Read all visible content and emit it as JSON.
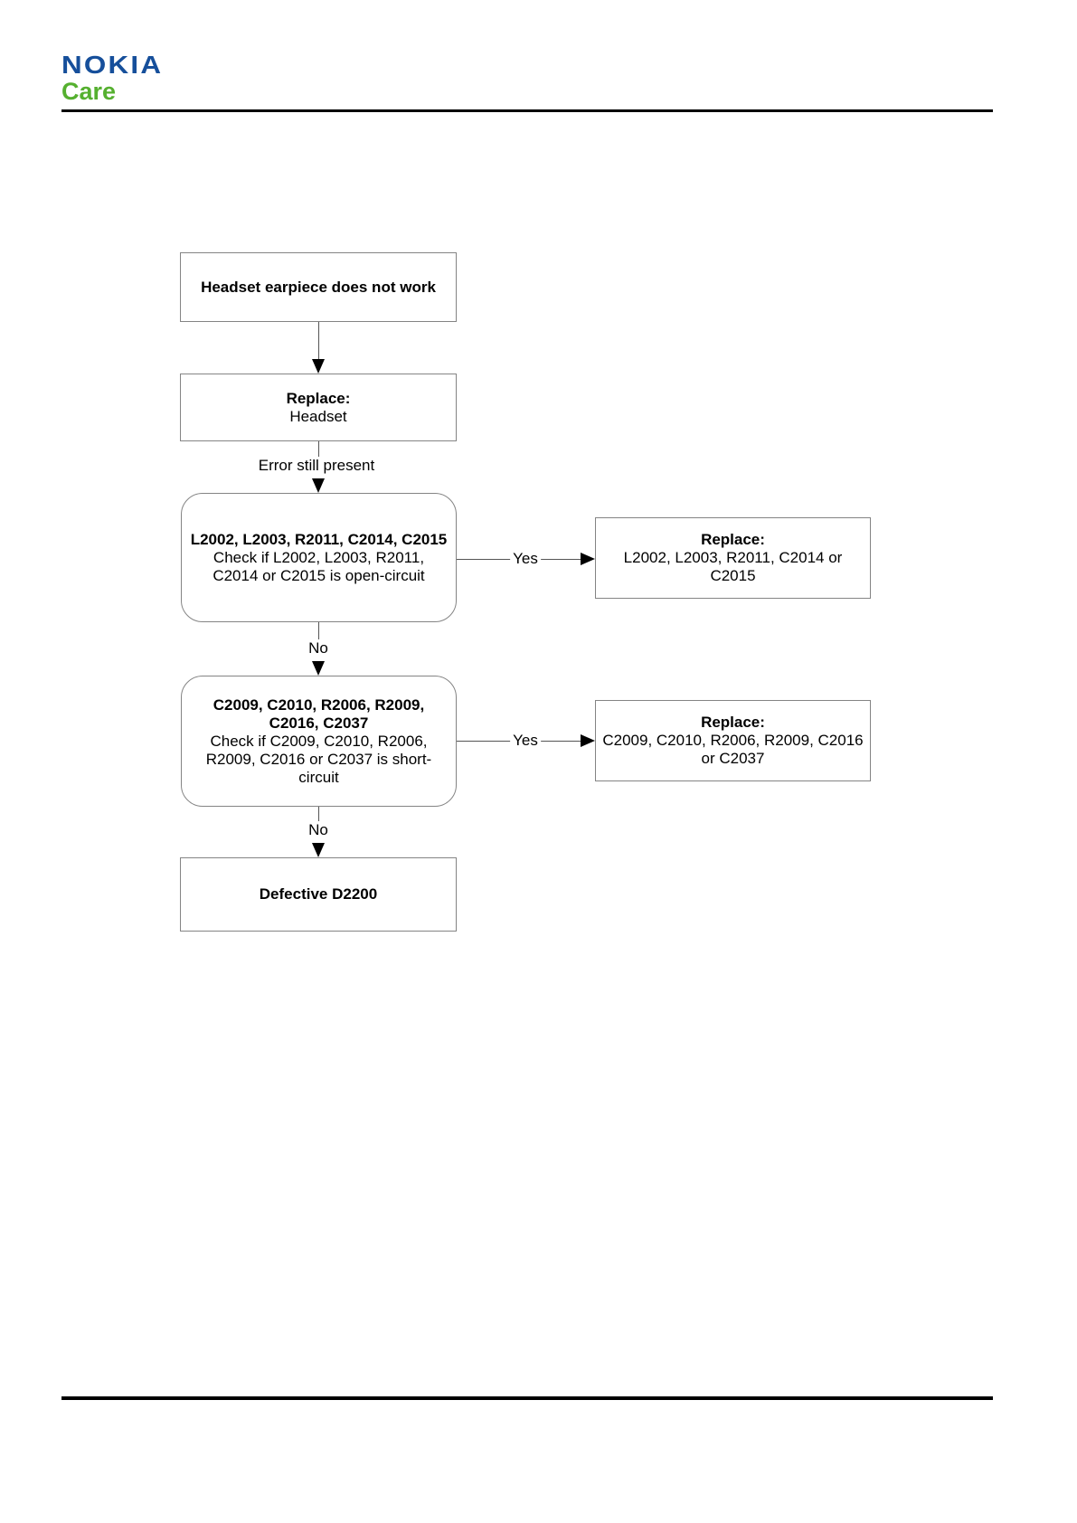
{
  "theme": {
    "nokia_blue": "#164F9B",
    "care_green": "#55B02F",
    "border_gray": "#848484",
    "line_gray": "#545454",
    "rule_black": "#000000"
  },
  "brand": {
    "nokia": "NOKIA",
    "care": "Care"
  },
  "flowchart": {
    "start": {
      "line1": "Headset earpiece does not work"
    },
    "replace_headset": {
      "line1": "Replace:",
      "line2": "Headset"
    },
    "check_open": {
      "line1": "L2002, L2003, R2011, C2014, C2015",
      "line2": "Check if L2002, L2003, R2011,",
      "line3": "C2014 or C2015 is open-circuit"
    },
    "replace_open": {
      "line1": "Replace:",
      "line2": "L2002, L2003, R2011, C2014 or",
      "line3": "C2015"
    },
    "check_short": {
      "line1": "C2009, C2010, R2006, R2009,",
      "line2": "C2016, C2037",
      "line3": "Check if C2009, C2010, R2006,",
      "line4": "R2009, C2016 or C2037 is short-",
      "line5": "circuit"
    },
    "replace_short": {
      "line1": "Replace:",
      "line2": "C2009, C2010, R2006, R2009, C2016",
      "line3": "or C2037"
    },
    "defective": {
      "line1": "Defective D2200"
    },
    "labels": {
      "error_still_present": "Error still present",
      "yes": "Yes",
      "no": "No"
    }
  }
}
